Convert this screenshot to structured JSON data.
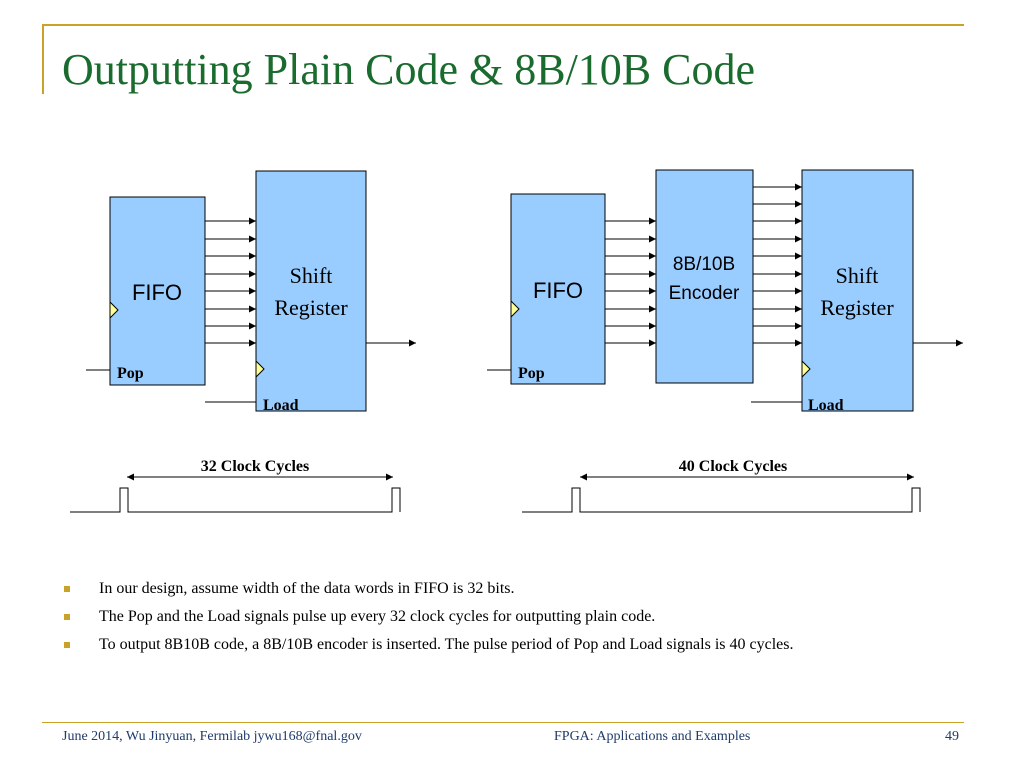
{
  "slide": {
    "title": "Outputting Plain Code & 8B/10B Code"
  },
  "left_diagram": {
    "fifo_label": "FIFO",
    "register_label_line1": "Shift",
    "register_label_line2": "Register",
    "pop_label": "Pop",
    "load_label": "Load",
    "cycles_label": "32 Clock Cycles"
  },
  "right_diagram": {
    "fifo_label": "FIFO",
    "encoder_label_line1": "8B/10B",
    "encoder_label_line2": "Encoder",
    "register_label_line1": "Shift",
    "register_label_line2": "Register",
    "pop_label": "Pop",
    "load_label": "Load",
    "cycles_label": "40 Clock Cycles"
  },
  "bullets": [
    {
      "text": "In our design, assume width of the data words in FIFO is 32 bits."
    },
    {
      "text": "The Pop and the Load signals pulse up every 32 clock cycles for outputting plain code."
    },
    {
      "text": "To output 8B10B code, a 8B/10B encoder is inserted.  The pulse period of Pop and Load signals is 40 cycles."
    }
  ],
  "footer": {
    "left": "June 2014, Wu Jinyuan, Fermilab jywu168@fnal.gov",
    "center": "FPGA: Applications and Examples",
    "page": "49"
  },
  "colors": {
    "box_fill": "#99ccff",
    "accent_gold": "#c9a227",
    "title_green": "#1a6b2e",
    "clock_marker": "#ffff99"
  }
}
